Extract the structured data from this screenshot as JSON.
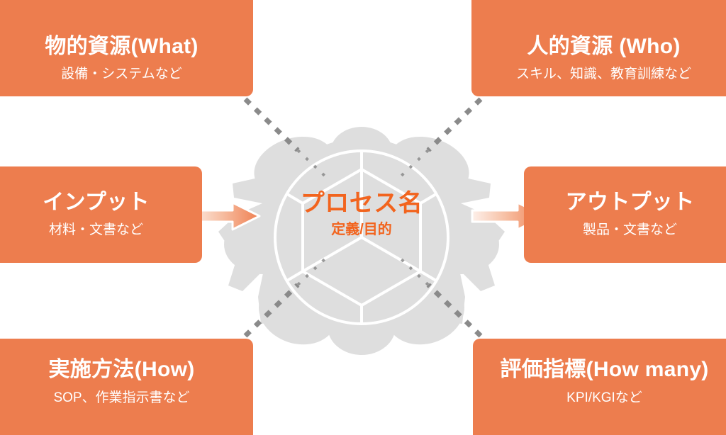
{
  "diagram": {
    "center": {
      "process_name": "プロセス名",
      "process_sub": "定義/目的",
      "accent_color": "#f2641e",
      "gear_color": "#dedede",
      "ring_color": "#ffffff"
    },
    "box_color": "#ed7d4e",
    "box_text_color": "#ffffff",
    "boxes": [
      {
        "id": "what",
        "title": "物的資源(What)",
        "subtitle": "設備・システムなど",
        "position": "top-left"
      },
      {
        "id": "who",
        "title": "人的資源 (Who)",
        "subtitle": "スキル、知識、教育訓練など",
        "position": "top-right"
      },
      {
        "id": "input",
        "title": "インプット",
        "subtitle": "材料・文書など",
        "position": "middle-left"
      },
      {
        "id": "output",
        "title": "アウトプット",
        "subtitle": "製品・文書など",
        "position": "middle-right"
      },
      {
        "id": "how",
        "title": "実施方法(How)",
        "subtitle": "SOP、作業指示書など",
        "position": "bottom-left"
      },
      {
        "id": "howmany",
        "title": "評価指標(How many)",
        "subtitle": "KPI/KGIなど",
        "position": "bottom-right"
      }
    ],
    "arrows": [
      {
        "id": "input-arrow",
        "direction": "right",
        "from": "input",
        "to": "center"
      },
      {
        "id": "output-arrow",
        "direction": "right",
        "from": "center",
        "to": "output"
      }
    ],
    "connectors": [
      {
        "id": "what-connector",
        "from": "what",
        "to": "center",
        "style": "dotted"
      },
      {
        "id": "who-connector",
        "from": "who",
        "to": "center",
        "style": "dotted"
      },
      {
        "id": "how-connector",
        "from": "how",
        "to": "center",
        "style": "dotted"
      },
      {
        "id": "howmany-connector",
        "from": "howmany",
        "to": "center",
        "style": "dotted"
      }
    ]
  }
}
